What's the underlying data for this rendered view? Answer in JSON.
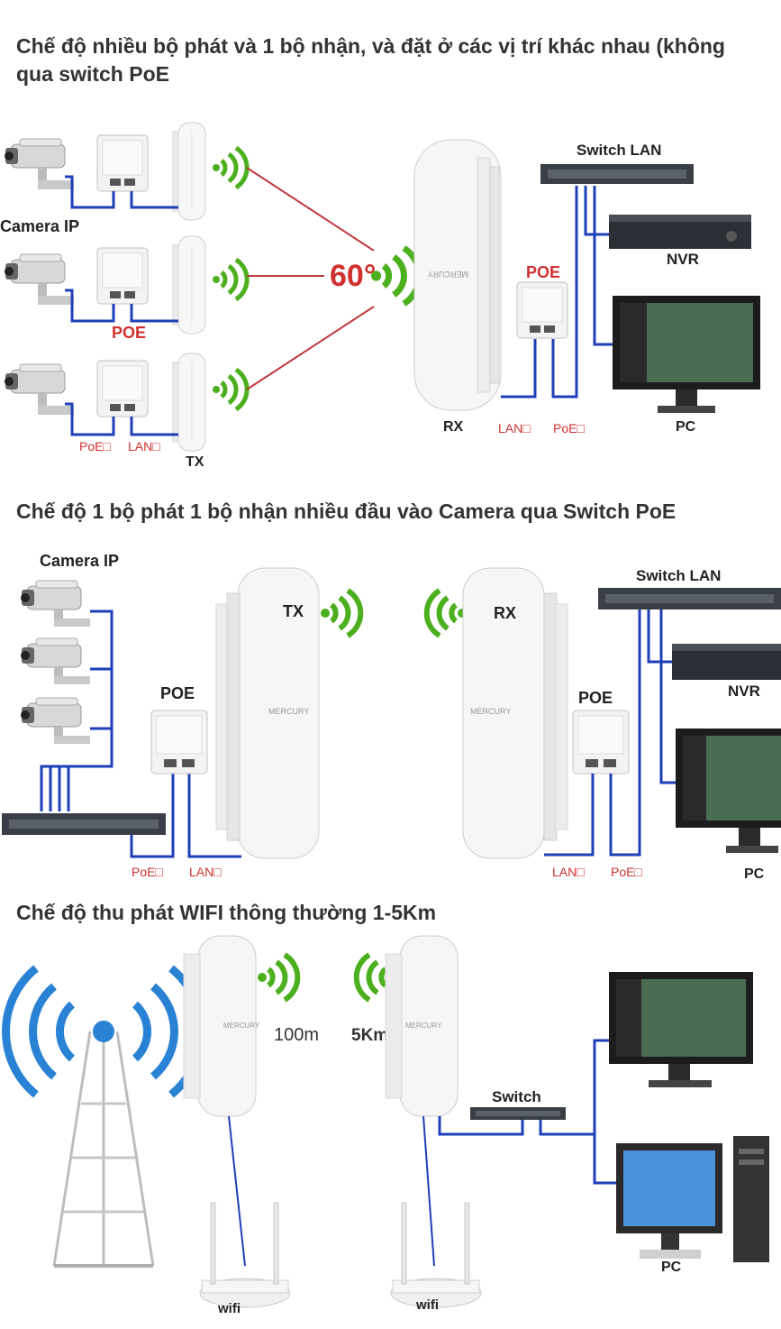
{
  "sections": [
    {
      "title": "Chế độ nhiều bộ phát và 1 bộ nhận, và đặt ở các vị trí khác nhau (không qua switch PoE",
      "labels": {
        "camera": "Camera IP",
        "poe": "POE",
        "angle": "60°",
        "tx": "TX",
        "rx": "RX",
        "switch": "Switch LAN",
        "nvr": "NVR",
        "pc": "PC",
        "lan": "LAN□",
        "poe_port": "PoE□",
        "brand": "MERCURY"
      }
    },
    {
      "title": "Chế độ 1 bộ phát 1 bộ nhận nhiều đầu vào Camera qua Switch PoE",
      "labels": {
        "camera": "Camera IP",
        "poe_left": "POE",
        "poe_right": "POE",
        "tx": "TX",
        "rx": "RX",
        "switch": "Switch LAN",
        "nvr": "NVR",
        "pc": "PC",
        "lan": "LAN□",
        "poe_port": "PoE□",
        "brand": "MERCURY"
      }
    },
    {
      "title": "Chế độ thu phát WIFI thông thường 1-5Km",
      "labels": {
        "dist1": "100m",
        "dist2": "5Km",
        "switch": "Switch",
        "pc": "PC",
        "wifi_left": "wifi",
        "wifi_right": "wifi",
        "brand": "MERCURY"
      }
    }
  ],
  "colors": {
    "cable": "#1e3fb8",
    "signal": "#4caf1e",
    "link": "#c0393b",
    "device": "#f2f2f2",
    "switch": "#3a3f47",
    "tower": "#2a82d4"
  }
}
